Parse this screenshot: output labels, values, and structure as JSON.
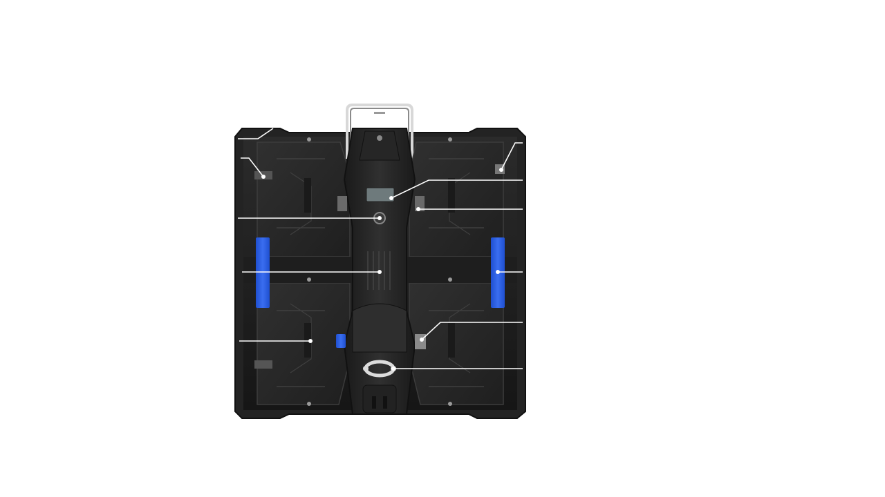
{
  "product": {
    "subject": "led-display-cabinet-rear",
    "colors": {
      "background": "#ffffff",
      "body": "#1c1c1c",
      "panel": "#2a2a2a",
      "panel_line": "#444444",
      "accent_handle": "#2f63e6",
      "callout_line": "#ffffff",
      "frame": "#333333",
      "screen": "#6e7a7c"
    },
    "callouts": [
      {
        "name": "corner-lock-callout"
      },
      {
        "name": "left-lock-callout"
      },
      {
        "name": "right-upper-callout"
      },
      {
        "name": "status-screen-callout"
      },
      {
        "name": "power-connector-callout"
      },
      {
        "name": "signal-port-callout"
      },
      {
        "name": "center-spine-callout"
      },
      {
        "name": "right-handle-callout"
      },
      {
        "name": "right-lower-connector-callout"
      },
      {
        "name": "left-lower-callout"
      },
      {
        "name": "bottom-hook-callout"
      }
    ]
  }
}
